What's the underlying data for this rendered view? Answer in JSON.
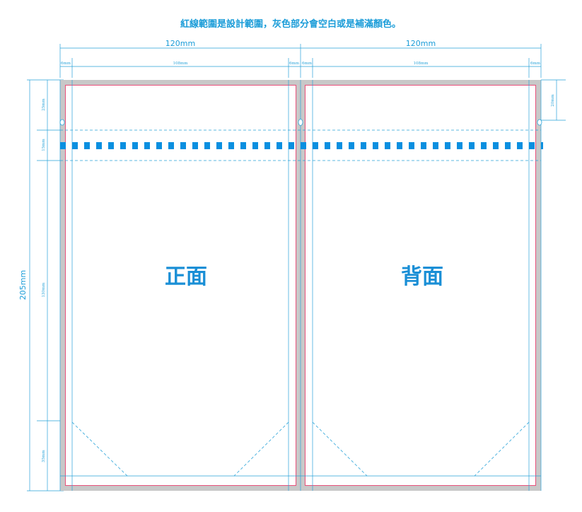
{
  "heading": "紅線範圍是設計範圍，灰色部分會空白或是補滿顏色。",
  "panels": {
    "front_label": "正面",
    "back_label": "背面"
  },
  "dimensions": {
    "panel_width": "120mm",
    "margin": "6mm",
    "inner_width": "108mm",
    "total_height": "205mm",
    "top_section": "25mm",
    "hang_section": "15mm",
    "body_section": "130mm",
    "gusset_section": "35mm",
    "right_top": "20mm"
  },
  "colors": {
    "dimension_line": "#29a3d9",
    "bleed_gray": "#c8c8c8",
    "design_red": "#e8507a",
    "punch_blue": "#0a8fe0",
    "label_blue": "#1a8fd6"
  }
}
